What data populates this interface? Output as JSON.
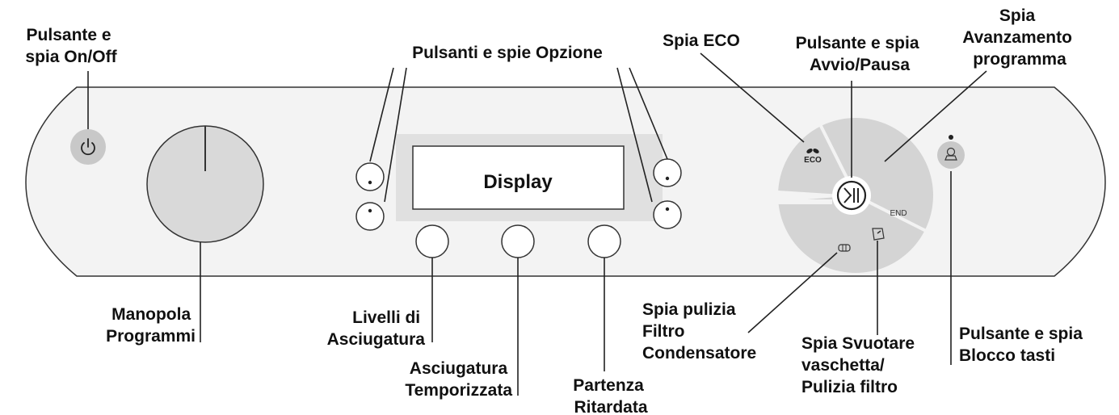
{
  "labels": {
    "onoff": [
      "Pulsante e",
      "spia On/Off"
    ],
    "option": "Pulsanti e spie Opzione",
    "eco": "Spia ECO",
    "start": [
      "Pulsante e spia",
      "Avvio/Pausa"
    ],
    "progress": [
      "Spia",
      "Avanzamento",
      "programma"
    ],
    "knob": [
      "Manopola",
      "Programmi"
    ],
    "dry_levels": [
      "Livelli di",
      "Asciugatura"
    ],
    "timed_dry": [
      "Asciugatura",
      "Temporizzata"
    ],
    "delay": [
      "Partenza",
      "Ritardata"
    ],
    "condenser": [
      "Spia pulizia",
      "Filtro",
      "Condensatore"
    ],
    "empty_tank": [
      "Spia Svuotare",
      "vaschetta/",
      "Pulizia filtro"
    ],
    "keylock": [
      "Pulsante e spia",
      "Blocco tasti"
    ]
  },
  "panel": {
    "display_text": "Display",
    "eco_text": "ECO",
    "end_text": "END"
  },
  "icons": {
    "power": "power-icon",
    "play_pause": "play-pause-icon",
    "leaf": "leaf-icon",
    "filter": "filter-icon",
    "tank": "tank-icon",
    "child_lock": "child-lock-icon"
  }
}
